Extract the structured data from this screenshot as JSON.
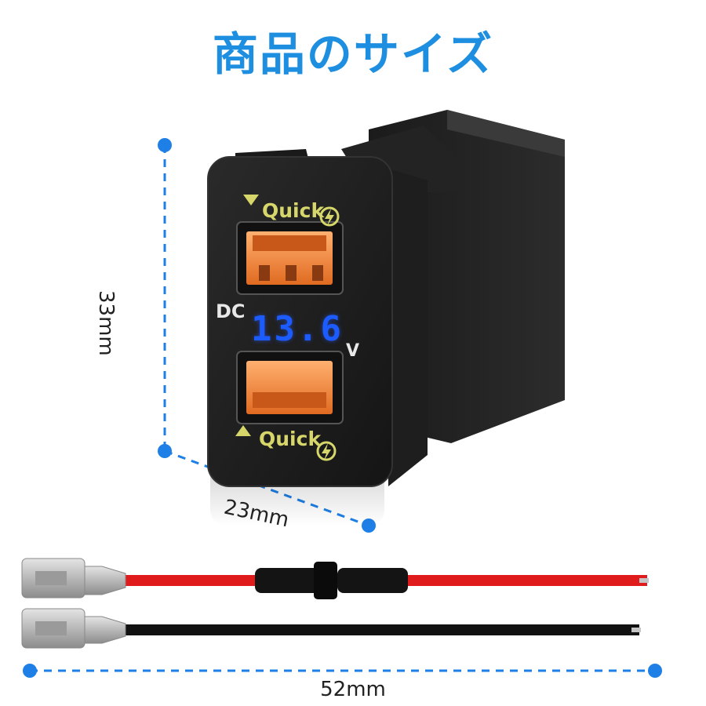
{
  "title": "商品のサイズ",
  "dimensions": {
    "height": "33mm",
    "width": "23mm",
    "cable_length": "52mm"
  },
  "device": {
    "top_port_label": "Quick",
    "bottom_port_label": "Quick",
    "dc_label": "DC",
    "voltage": "13.6",
    "voltage_unit": "V"
  },
  "colors": {
    "title": "#1e8fe0",
    "dimension_line": "#1e7fe6",
    "quick_text": "#d6d66a",
    "port_orange": "#f08a3c",
    "voltage_blue": "#1c5cff",
    "wire_red": "#e01b1b",
    "wire_black": "#111111"
  }
}
